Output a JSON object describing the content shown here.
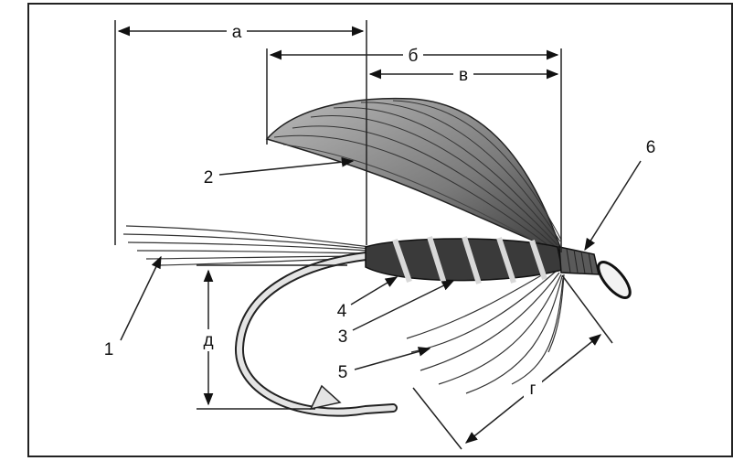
{
  "labels": {
    "tail": "1",
    "wing": "2",
    "body": "3",
    "rib": "4",
    "hackle": "5",
    "head": "6"
  },
  "dimensions": {
    "a": "а",
    "b": "б",
    "v": "в",
    "g": "г",
    "d": "д"
  }
}
